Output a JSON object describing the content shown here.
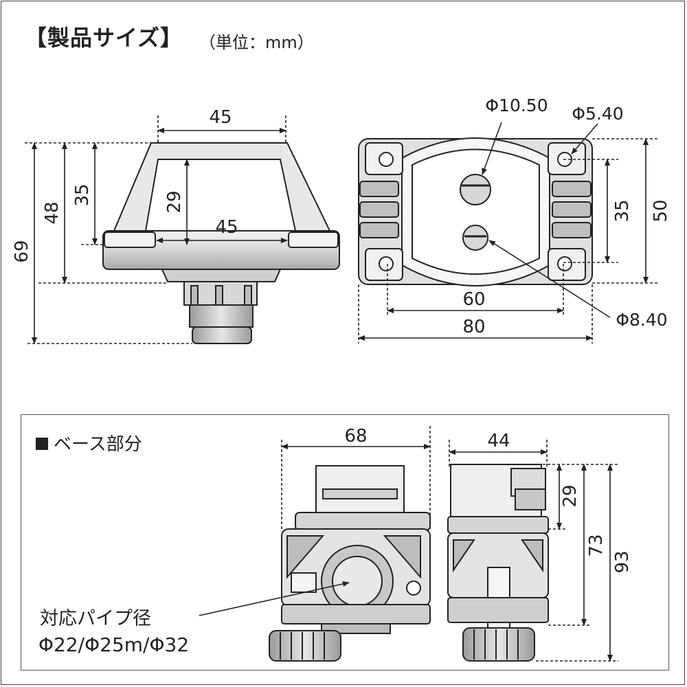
{
  "title": "【製品サイズ】",
  "unit_note": "（単位：mm）",
  "top_view": {
    "width_top": "45",
    "width_inner": "45",
    "height_29": "29",
    "height_35": "35",
    "height_48": "48",
    "height_69": "69"
  },
  "bottom_view": {
    "hole_large": "Φ10.50",
    "hole_small": "Φ5.40",
    "hole_mid": "Φ8.40",
    "height_35": "35",
    "height_50": "50",
    "width_60": "60",
    "width_80": "80"
  },
  "base_section": {
    "label": "ベース部分",
    "pipe_label": "対応パイプ径",
    "pipe_sizes": "Φ22/Φ25m/Φ32",
    "front_width": "68",
    "side_width": "44",
    "height_29": "29",
    "height_73": "73",
    "height_93": "93"
  }
}
